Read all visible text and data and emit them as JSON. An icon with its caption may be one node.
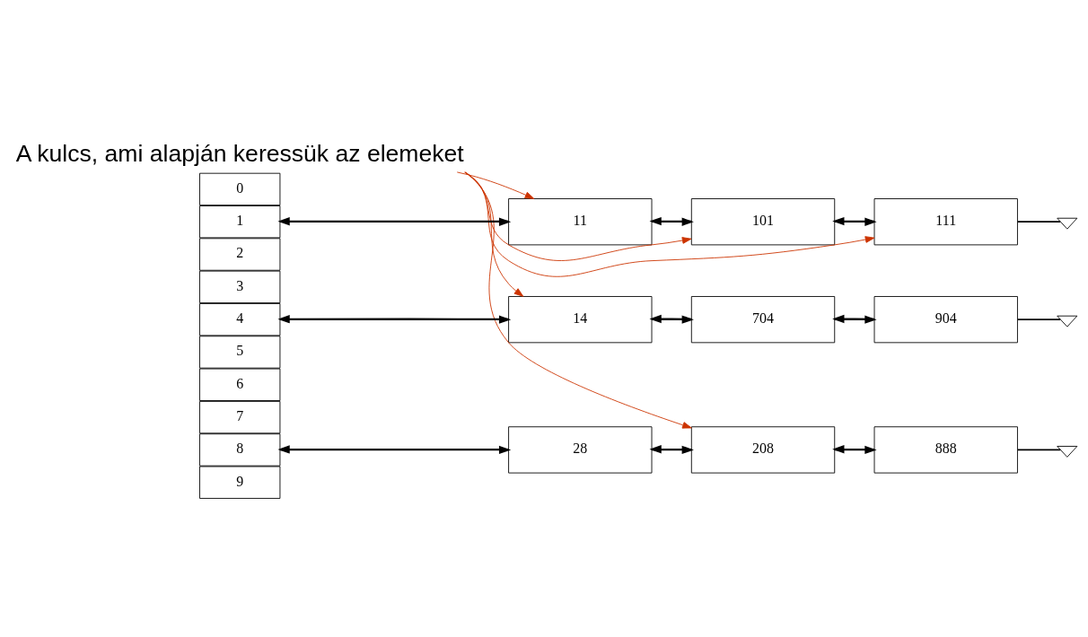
{
  "diagram": {
    "nodes": [
      {
        "text": [
          "A kulcs, ami alapján keressük az elemeket"
        ]
      },
      {
        "text": [
          "0"
        ]
      },
      {
        "text": [
          "1"
        ]
      },
      {
        "text": [
          "2"
        ]
      },
      {
        "text": [
          "3"
        ]
      },
      {
        "text": [
          "4"
        ]
      },
      {
        "text": [
          "5"
        ]
      },
      {
        "text": [
          "6"
        ]
      },
      {
        "text": [
          "7"
        ]
      },
      {
        "text": [
          "8"
        ]
      },
      {
        "text": [
          "9"
        ]
      },
      {
        "text": [
          "11"
        ]
      },
      {
        "text": [
          "101"
        ]
      },
      {
        "text": [
          "111"
        ]
      },
      {
        "text": [],
        "shape": "ground"
      },
      {
        "text": [
          "14"
        ]
      },
      {
        "text": [
          "704"
        ]
      },
      {
        "text": [
          "904"
        ]
      },
      {
        "text": [],
        "shape": "ground"
      },
      {
        "text": [
          "28"
        ]
      },
      {
        "text": [
          "208"
        ]
      },
      {
        "text": [
          "888"
        ]
      },
      {
        "text": [],
        "shape": "ground"
      }
    ],
    "edges": [
      {
        "from": 0,
        "to": 11,
        "arrow": "to",
        "color": "#cc3300"
      },
      {
        "from": 0,
        "to": 12,
        "arrow": "to",
        "color": "#cc3300"
      },
      {
        "from": 0,
        "to": 13,
        "arrow": "to",
        "color": "#cc3300"
      },
      {
        "from": 0,
        "to": 15,
        "arrow": "to",
        "color": "#cc3300"
      },
      {
        "from": 0,
        "to": 20,
        "arrow": "to",
        "color": "#cc3300"
      },
      {
        "from": 2,
        "to": 11,
        "arrow": "to"
      },
      {
        "from": 11,
        "to": 2,
        "arrow": "to"
      },
      {
        "from": 11,
        "to": 12,
        "arrow": "to"
      },
      {
        "from": 12,
        "to": 11,
        "arrow": "to"
      },
      {
        "from": 12,
        "to": 13,
        "arrow": "to"
      },
      {
        "from": 13,
        "to": 12,
        "arrow": "to"
      },
      {
        "from": 13,
        "to": 14,
        "arrow": "none"
      },
      {
        "from": 5,
        "to": 15,
        "arrow": "to"
      },
      {
        "from": 15,
        "to": 5,
        "arrow": "to"
      },
      {
        "from": 15,
        "to": 16,
        "arrow": "to"
      },
      {
        "from": 16,
        "to": 15,
        "arrow": "to"
      },
      {
        "from": 16,
        "to": 17,
        "arrow": "to"
      },
      {
        "from": 17,
        "to": 16,
        "arrow": "to"
      },
      {
        "from": 17,
        "to": 18,
        "arrow": "none"
      },
      {
        "from": 9,
        "to": 19,
        "arrow": "to"
      },
      {
        "from": 19,
        "to": 9,
        "arrow": "to"
      },
      {
        "from": 19,
        "to": 20,
        "arrow": "to"
      },
      {
        "from": 20,
        "to": 19,
        "arrow": "to"
      },
      {
        "from": 20,
        "to": 21,
        "arrow": "to"
      },
      {
        "from": 21,
        "to": 20,
        "arrow": "to"
      },
      {
        "from": 21,
        "to": 22,
        "arrow": "none"
      }
    ]
  }
}
